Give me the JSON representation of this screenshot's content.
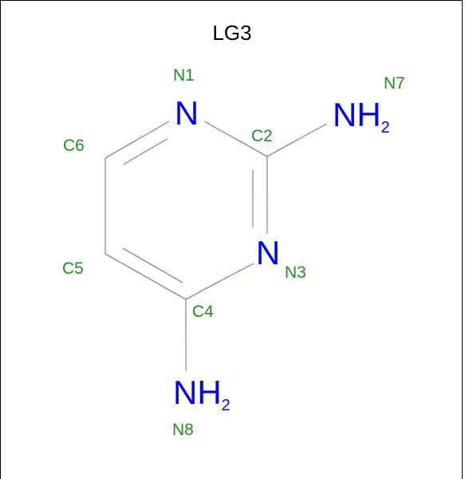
{
  "molecule": {
    "title": "LG3"
  },
  "colors": {
    "label": "#228B22",
    "nitrogen": "#0000FF",
    "bond_carbon": "#888888",
    "bond_nitrogen": "#8888FF"
  },
  "atom_labels": {
    "n1": "N1",
    "c2": "C2",
    "n3": "N3",
    "c4": "C4",
    "c5": "C5",
    "c6": "C6",
    "n7": "N7",
    "n8": "N8"
  },
  "elements": {
    "n1": "N",
    "n3": "N",
    "n7": "NH",
    "n7_sub": "2",
    "n8": "NH",
    "n8_sub": "2"
  }
}
